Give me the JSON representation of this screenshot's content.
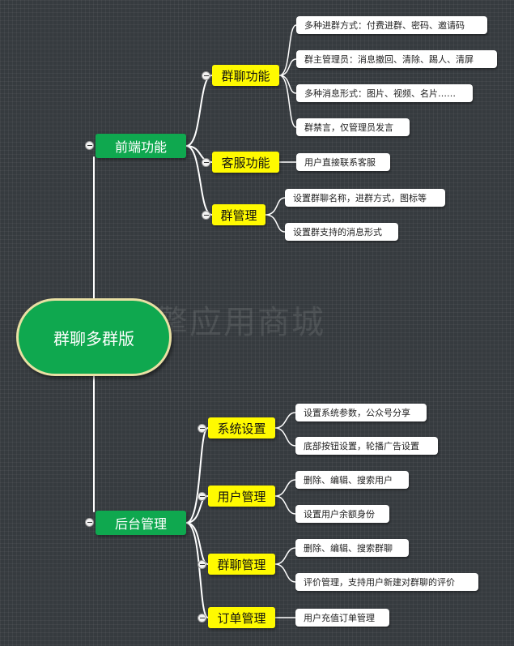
{
  "root": {
    "label": "群聊多群版"
  },
  "watermark": "微擎应用商城",
  "frontend": {
    "label": "前端功能",
    "groups": [
      {
        "label": "群聊功能",
        "items": [
          "多种进群方式：付费进群、密码、邀请码",
          "群主管理员：消息撤回、清除、踢人、清屏",
          "多种消息形式：图片、视频、名片……",
          "群禁言，仅管理员发言"
        ]
      },
      {
        "label": "客服功能",
        "items": [
          "用户直接联系客服"
        ]
      },
      {
        "label": "群管理",
        "items": [
          "设置群聊名称，进群方式，图标等",
          "设置群支持的消息形式"
        ]
      }
    ]
  },
  "backend": {
    "label": "后台管理",
    "groups": [
      {
        "label": "系统设置",
        "items": [
          "设置系统参数，公众号分享",
          "底部按钮设置，轮播广告设置"
        ]
      },
      {
        "label": "用户管理",
        "items": [
          "删除、编辑、搜索用户",
          "设置用户余额身份"
        ]
      },
      {
        "label": "群聊管理",
        "items": [
          "删除、编辑、搜索群聊",
          "评价管理，支持用户新建对群聊的评价"
        ]
      },
      {
        "label": "订单管理",
        "items": [
          "用户充值订单管理"
        ]
      }
    ]
  }
}
